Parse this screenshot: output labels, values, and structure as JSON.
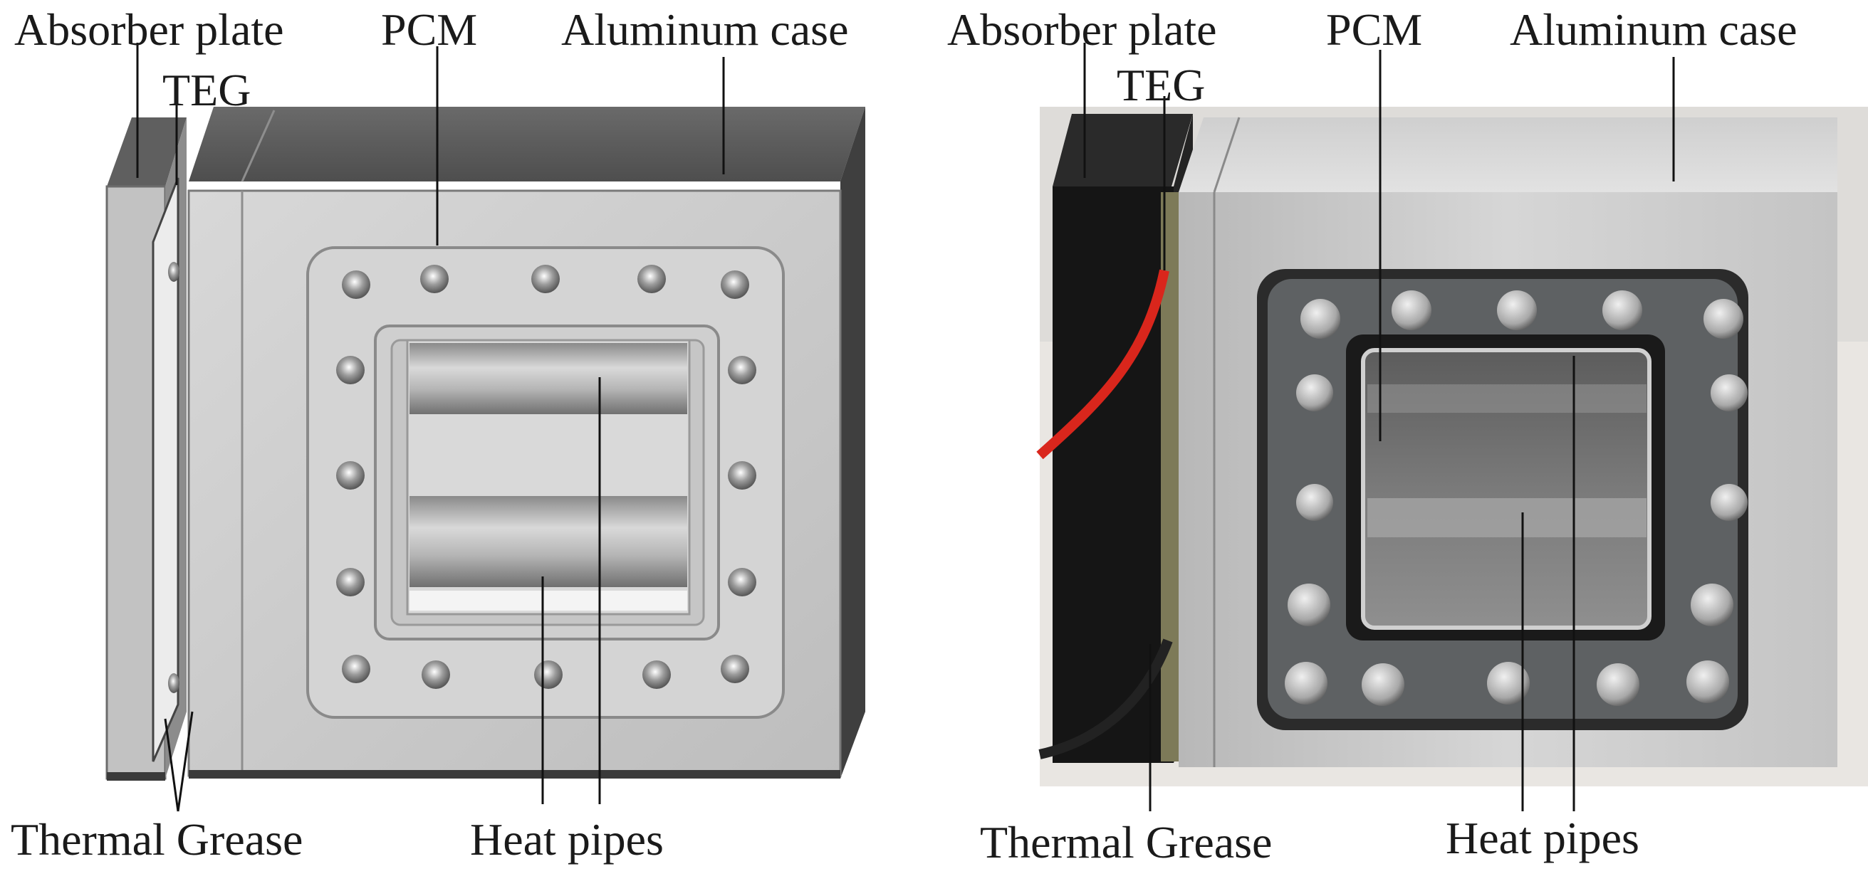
{
  "left_panel": {
    "labels": {
      "absorber_plate": "Absorber plate",
      "teg": "TEG",
      "pcm": "PCM",
      "aluminum_case": "Aluminum case",
      "thermal_grease": "Thermal Grease",
      "heat_pipes": "Heat pipes"
    }
  },
  "right_panel": {
    "labels": {
      "absorber_plate": "Absorber plate",
      "teg": "TEG",
      "pcm": "PCM",
      "aluminum_case": "Aluminum case",
      "thermal_grease": "Thermal Grease",
      "heat_pipes": "Heat pipes"
    }
  },
  "colors": {
    "case_light": "#c9c9c9",
    "case_dark": "#5a5a5a",
    "photo_background": "#e9e6e2",
    "wire_red": "#d9261c",
    "gasket_dark": "#1c1c1c"
  }
}
